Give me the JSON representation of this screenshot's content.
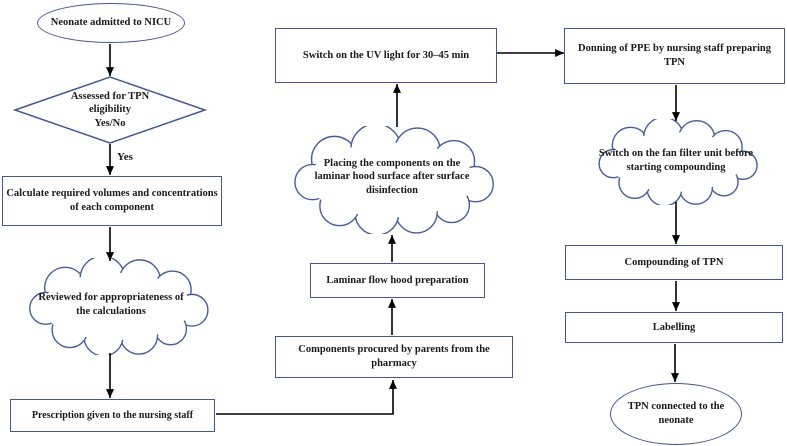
{
  "colors": {
    "background": "#ffffff",
    "shape_border": "#47578f",
    "cloud_border": "#4a5c94",
    "arrow": "#000000",
    "text": "#1a1a1a"
  },
  "edges": {
    "yes_label": "Yes"
  },
  "nodes": {
    "start": "Neonate admitted to NICU",
    "decision": "Assessed for TPN eligibility",
    "decision_sub": "Yes/No",
    "calculate": "Calculate required volumes and concentrations of each component",
    "reviewed": "Reviewed for appropriateness of the calculations",
    "prescription": "Prescription given to the  nursing staff",
    "components": "Components procured by parents from the pharmacy",
    "laminar": "Laminar flow hood preparation",
    "placing": "Placing the components on the laminar hood surface after surface disinfection",
    "uv": "Switch on the UV light for 30–45 min",
    "donning": "Donning of PPE by nursing staff preparing TPN",
    "fan": "Switch on the fan filter unit before starting compounding",
    "compounding": "Compounding  of TPN",
    "labelling": "Labelling",
    "end": "TPN connected to the neonate"
  }
}
